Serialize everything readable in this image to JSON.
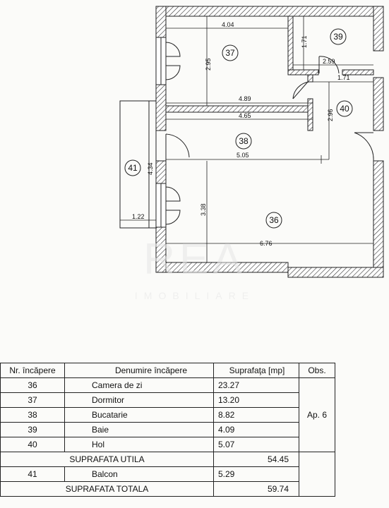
{
  "plan": {
    "dimensions": [
      "4.04",
      "2.95",
      "1.71",
      "2.59",
      "1.71",
      "4.89",
      "4.65",
      "2.96",
      "5.05",
      "4.34",
      "3.38",
      "1.22",
      "6.76"
    ],
    "rooms": [
      "36",
      "37",
      "38",
      "39",
      "40",
      "41"
    ]
  },
  "watermark": {
    "logo": "REA",
    "tagline": "IMOBILIARE"
  },
  "table": {
    "headers": [
      "Nr. încăpere",
      "Denumire încăpere",
      "Suprafaţa [mp]",
      "Obs."
    ],
    "rows": [
      {
        "nr": "36",
        "name": "Camera de zi",
        "area": "23.27"
      },
      {
        "nr": "37",
        "name": "Dormitor",
        "area": "13.20"
      },
      {
        "nr": "38",
        "name": "Bucatarie",
        "area": "8.82"
      },
      {
        "nr": "39",
        "name": "Baie",
        "area": "4.09"
      },
      {
        "nr": "40",
        "name": "Hol",
        "area": "5.07"
      }
    ],
    "obs": "Ap. 6",
    "useful_label": "SUPRAFATA UTILA",
    "useful_value": "54.45",
    "balcony": {
      "nr": "41",
      "name": "Balcon",
      "area": "5.29"
    },
    "total_label": "SUPRAFATA TOTALA",
    "total_value": "59.74"
  }
}
